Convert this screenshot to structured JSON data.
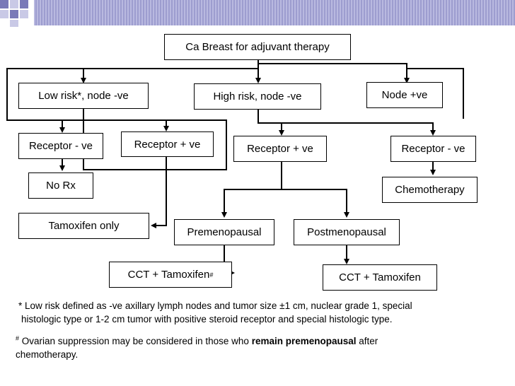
{
  "boxes": {
    "root": "Ca Breast for adjuvant therapy",
    "low_risk": "Low risk*, node -ve",
    "high_risk": "High risk, node -ve",
    "node_pos": "Node +ve",
    "receptor_neg_left": "Receptor - ve",
    "receptor_pos_left": "Receptor + ve",
    "receptor_pos_center": "Receptor + ve",
    "receptor_neg_right": "Receptor - ve",
    "no_rx": "No Rx",
    "chemotherapy": "Chemotherapy",
    "tamoxifen_only": "Tamoxifen only",
    "premenopausal": "Premenopausal",
    "postmenopausal": "Postmenopausal",
    "cct_tamoxifen_pre": "CCT + Tamoxifen",
    "cct_tamoxifen_pre_mark": "#",
    "cct_tamoxifen_post": "CCT + Tamoxifen"
  },
  "notes": {
    "low_risk_line1": "* Low risk defined as -ve axillary lymph nodes and tumor size ±1 cm, nuclear grade 1, special",
    "low_risk_line2": "histologic type or 1-2 cm tumor with positive steroid receptor and special histologic type.",
    "ovarian_mark": "#",
    "ovarian_pre": " Ovarian suppression may be considered in those who ",
    "ovarian_bold": "remain premenopausal",
    "ovarian_post": " after",
    "ovarian_line2": "chemotherapy."
  },
  "colors": {
    "header_bar": "#a9a9d6",
    "header_dark": "#4a4a8e",
    "lines": "#000000"
  }
}
